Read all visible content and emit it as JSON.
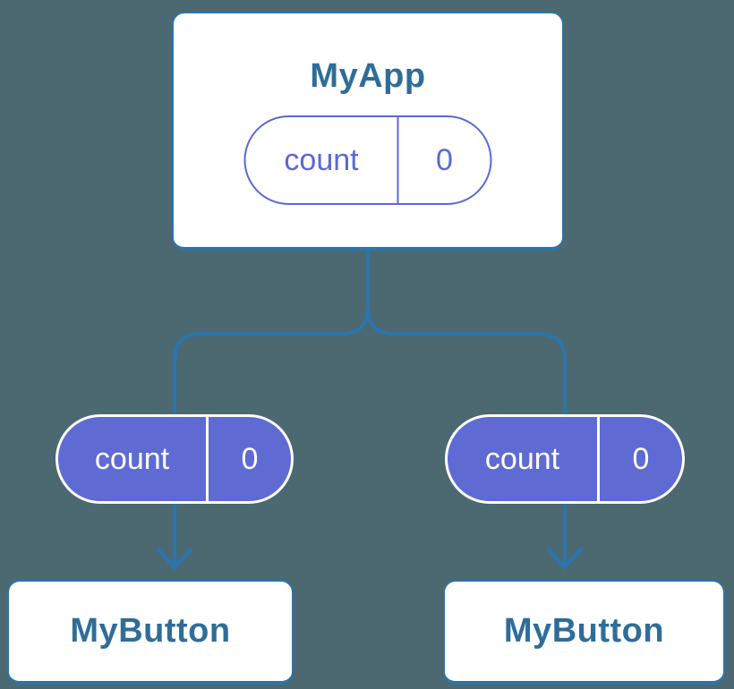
{
  "diagram": {
    "type": "component-tree",
    "colors": {
      "background": "#4C6870",
      "line_blue": "#2E74A8",
      "text_blue": "#2F6D99",
      "purple": "#5F6BD3",
      "purple_outline": "#5C68D6",
      "card_bg": "#FFFFFF",
      "pill_text_light": "#FFFFFF"
    },
    "root": {
      "title": "MyApp",
      "state": {
        "name": "count",
        "value": "0"
      }
    },
    "children": [
      {
        "title": "MyButton",
        "prop": {
          "name": "count",
          "value": "0"
        }
      },
      {
        "title": "MyButton",
        "prop": {
          "name": "count",
          "value": "0"
        }
      }
    ]
  }
}
